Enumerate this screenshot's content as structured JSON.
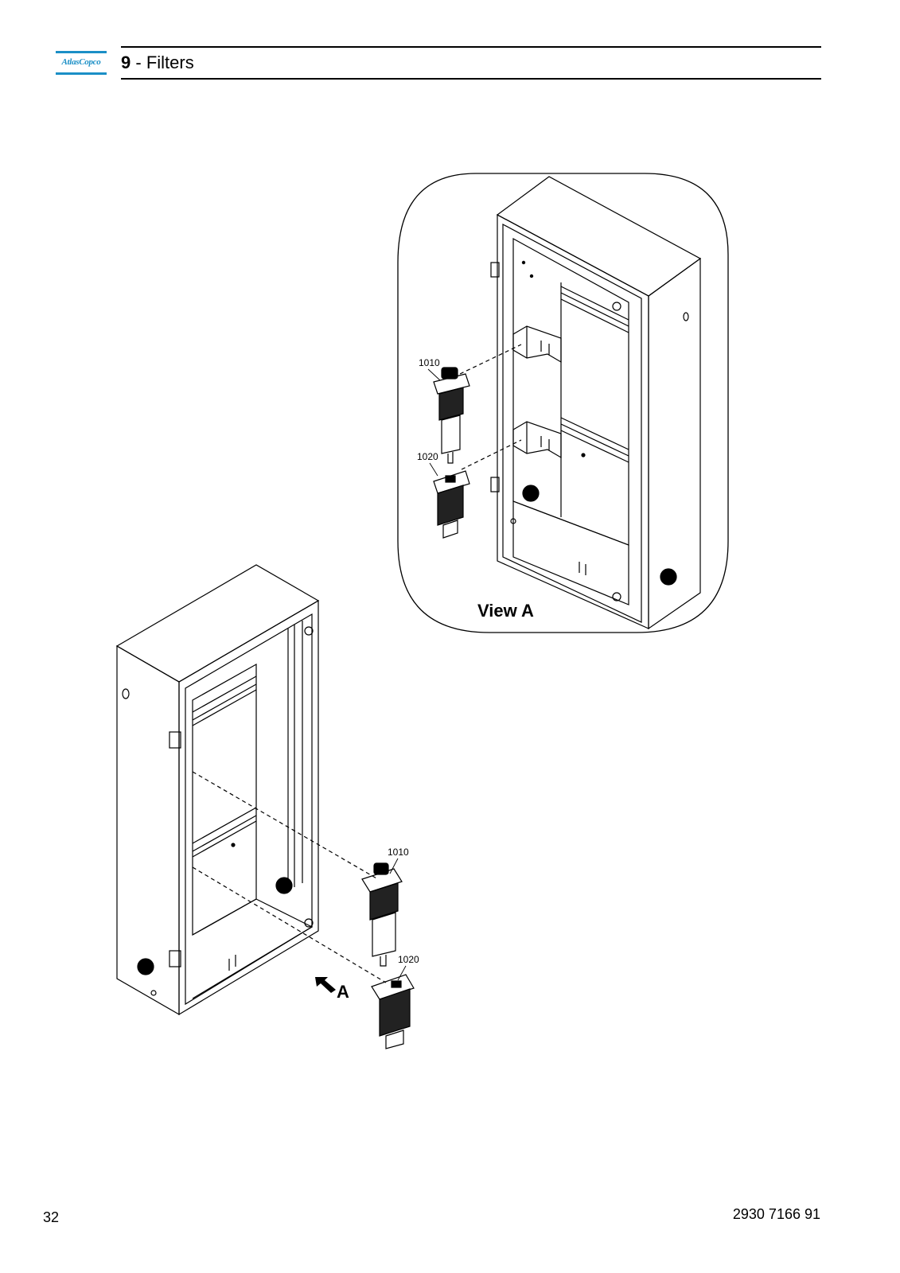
{
  "header": {
    "logo_text": "AtlasCopco",
    "section_number": "9",
    "section_separator": " - ",
    "section_title": "Filters"
  },
  "view_detail": {
    "label": "View A",
    "callout_top": "1010",
    "callout_bottom": "1020"
  },
  "main_view": {
    "callout_top": "1010",
    "callout_bottom": "1020",
    "arrow_label": "A"
  },
  "footer": {
    "page_number": "32",
    "document_number": "2930 7166 91"
  }
}
